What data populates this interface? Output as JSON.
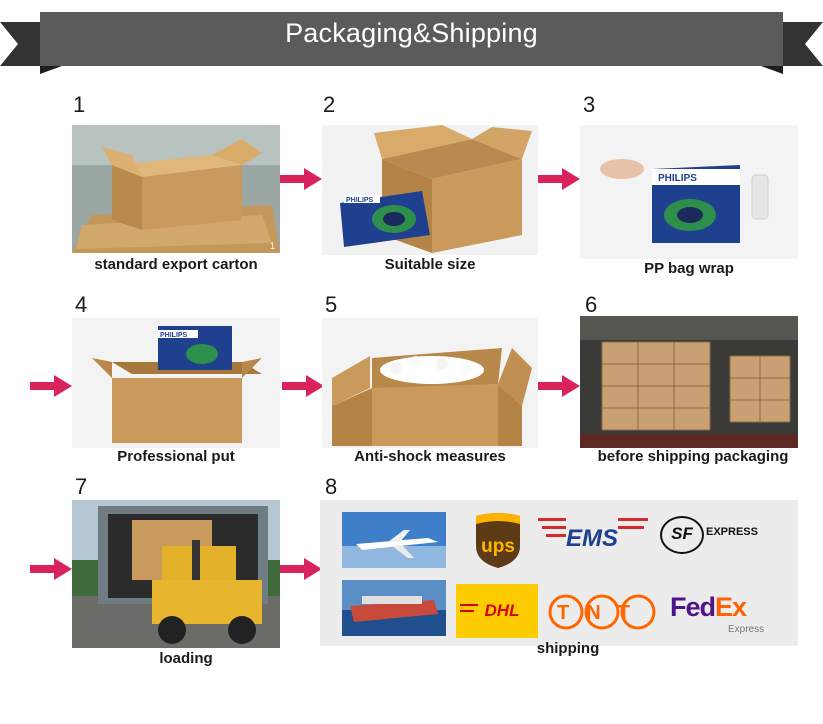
{
  "banner": {
    "title": "Packaging&Shipping"
  },
  "steps": [
    {
      "number": "1",
      "caption": "standard export carton"
    },
    {
      "number": "2",
      "caption": "Suitable size"
    },
    {
      "number": "3",
      "caption": "PP bag wrap"
    },
    {
      "number": "4",
      "caption": "Professional put"
    },
    {
      "number": "5",
      "caption": "Anti-shock measures"
    },
    {
      "number": "6",
      "caption": "before shipping packaging"
    },
    {
      "number": "7",
      "caption": "loading"
    },
    {
      "number": "8",
      "caption": "shipping"
    }
  ],
  "box_brand": "PHILIPS",
  "photo1_corner_mark": "1",
  "carriers": {
    "ups": "ups",
    "ems": "EMS",
    "sf": "SF",
    "sf_express": "EXPRESS",
    "dhl": "DHL",
    "tnt": "TNT",
    "fedex_fed": "Fed",
    "fedex_ex": "Ex",
    "fedex_express": "Express"
  },
  "colors": {
    "banner": "#5b5b5b",
    "banner_dark": "#333333",
    "arrow": "#d9235d",
    "carton": "#c99a5b",
    "dhl": "#fecc00",
    "dhl_red": "#d40511",
    "ups_brown": "#5c3b16",
    "ups_gold": "#ffb500",
    "tnt_orange": "#ff6600",
    "fedex_purple": "#4d148c",
    "fedex_orange": "#ff6200"
  }
}
